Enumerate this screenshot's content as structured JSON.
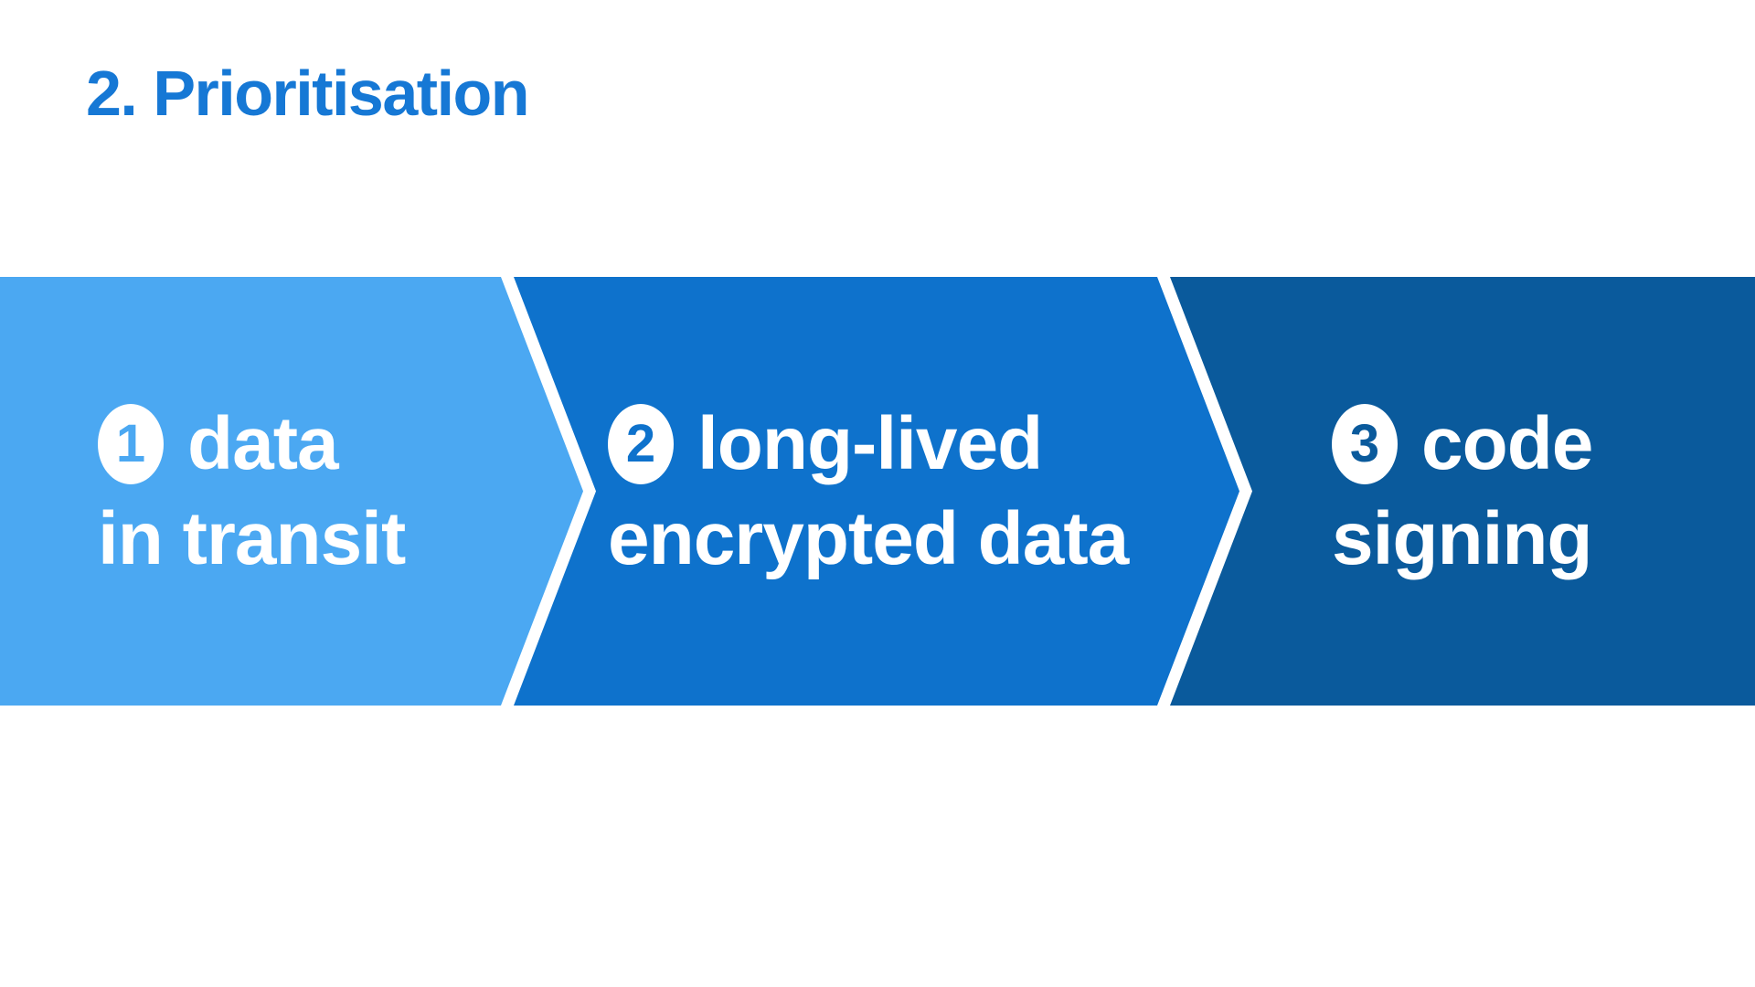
{
  "slide": {
    "background": "#FFFFFF",
    "title": {
      "text": "2. Prioritisation",
      "color": "#1678D5"
    }
  },
  "process": {
    "type": "chevron-sequence",
    "direction": "left-to-right",
    "text_color": "#FFFFFF",
    "gap_color": "#FFFFFF",
    "steps": [
      {
        "number": "1",
        "line1": "data",
        "line2": "in transit",
        "color": "#4BA8F2"
      },
      {
        "number": "2",
        "line1": "long-lived",
        "line2": "encrypted data",
        "color": "#0E72CC"
      },
      {
        "number": "3",
        "line1": "code",
        "line2": "signing",
        "color": "#0A5A9C"
      }
    ]
  }
}
